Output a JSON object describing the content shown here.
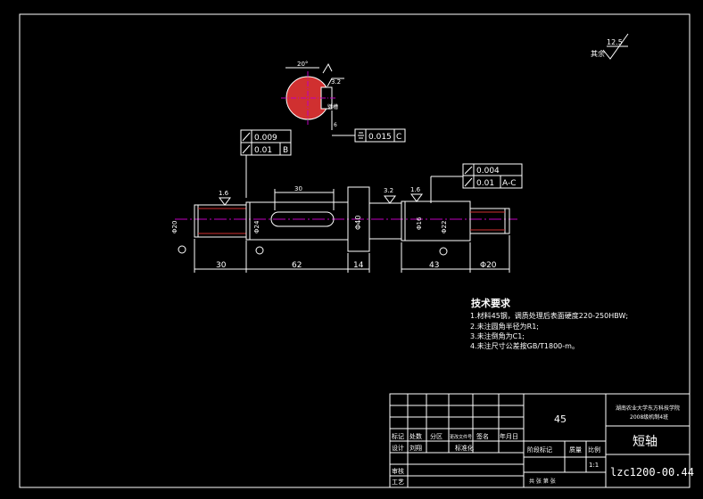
{
  "colors": {
    "background": "#000000",
    "line": "#ffffff",
    "centerline": "#c000c0",
    "hidden": "#ff3030"
  },
  "roughness": {
    "value": "12.5",
    "rest_label": "其余"
  },
  "section": {
    "angle_label": "20°",
    "depth_label": "3.2",
    "keyway_label": "键槽",
    "dim_depth": "6",
    "symmetry_tol": "0.015",
    "symmetry_datum": "C"
  },
  "fcf_left": {
    "row1_tol": "0.009",
    "row2_tol": "0.01",
    "datum": "B"
  },
  "fcf_right": {
    "row1_tol": "0.004",
    "row2_tol": "0.01",
    "datum": "A-C"
  },
  "surface_marks": {
    "left_shoulder": "1.6",
    "collar": "3.2",
    "right_bearing": "1.6"
  },
  "diameters": {
    "left_journal": "Φ20",
    "key_section": "Φ24",
    "collar": "Φ40",
    "bearing": "Φ16",
    "bearing_tol": "Φ22",
    "keyway_length": "30"
  },
  "lengths": {
    "d1": "30",
    "d2": "62",
    "d3": "14",
    "d4": "43",
    "d5": "Φ20"
  },
  "tech_requirements": {
    "title": "技术要求",
    "items": [
      "1.材料45钢，调质处理后表面硬度220-250HBW;",
      "2.未注圆角半径为R1;",
      "3.未注倒角为C1;",
      "4.未注尺寸公差按GB/T1800-m。"
    ]
  },
  "title_block": {
    "material": "45",
    "school": "湖南农业大学东方科技学院",
    "school_sub": "2008级机制4班",
    "part_name": "短轴",
    "drawing_no": "lzc1200-00.44",
    "hdr_biaoji": "标记",
    "hdr_chushu": "处数",
    "hdr_fenqu": "分区",
    "hdr_gengai": "更改文件号",
    "hdr_qianming": "签名",
    "hdr_nianyueri": "年月日",
    "row_sheji": "设计",
    "row_name": "刘翔",
    "row_biaozhunhua": "标准化",
    "stage_label": "阶段标记",
    "weight_label": "质量",
    "scale_label": "比例",
    "scale_value": "1:1",
    "row_shenhe": "审核",
    "row_gongyi": "工艺",
    "sheet_info": "共  张  第  张"
  }
}
